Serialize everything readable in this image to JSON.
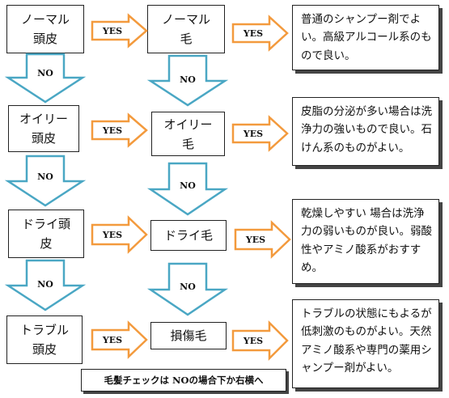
{
  "colors": {
    "yes_arrow": "#f39a3d",
    "no_arrow": "#4aa7c4",
    "border": "#222222"
  },
  "scalp": {
    "normal": "ノーマル\n頭皮",
    "oily": "オイリー\n頭皮",
    "dry": "ドライ頭\n皮",
    "trouble": "トラブル\n頭皮"
  },
  "hair": {
    "normal": "ノーマル\n毛",
    "oily": "オイリー\n毛",
    "dry": "ドライ毛",
    "damaged": "損傷毛"
  },
  "labels": {
    "yes": "YES",
    "no": "NO"
  },
  "results": {
    "normal": "普通のシャンプー剤でよい。高級アルコール系のもので良い。",
    "oily": "皮脂の分泌が多い場合は洗浄力の強いもので良い。石けん系のものがよい。",
    "dry": "乾燥しやすい 場合は洗浄力の弱いものが良い。弱酸性やアミノ酸系がおすすめ。",
    "trouble": "トラブルの状態にもよるが低刺激のものがよい。天然アミノ酸系や専門の薬用シャンプー剤がよい。"
  },
  "note": "毛髪チェックは NOの場合下か右横へ"
}
